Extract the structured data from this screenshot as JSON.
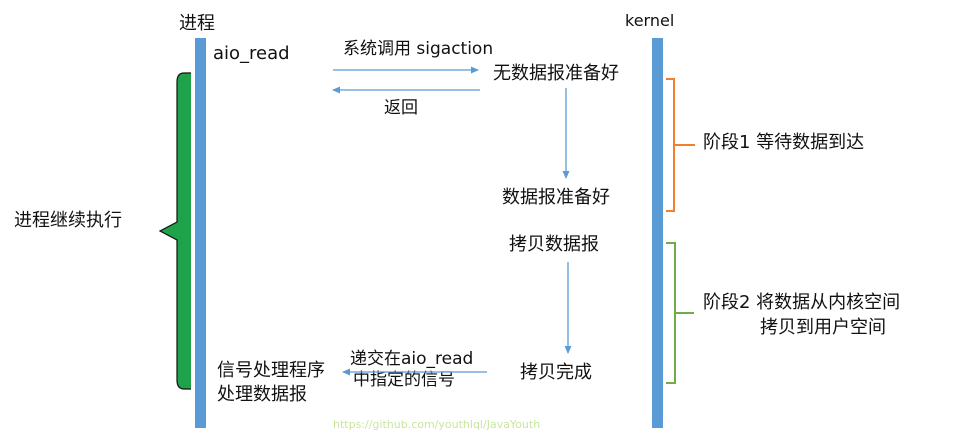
{
  "lanes": {
    "process_label": "进程",
    "kernel_label": "kernel"
  },
  "process_side": {
    "aio_read": "aio_read",
    "continue_label": "进程继续执行",
    "signal_handler_line1": "信号处理程序",
    "signal_handler_line2": "处理数据报"
  },
  "messages": {
    "syscall": "系统调用 sigaction",
    "return": "返回",
    "deliver_line1": "递交在aio_read",
    "deliver_line2": "中指定的信号"
  },
  "kernel_side": {
    "no_datagram": "无数据报准备好",
    "datagram_ready": "数据报准备好",
    "copy_datagram": "拷贝数据报",
    "copy_done": "拷贝完成"
  },
  "phases": {
    "phase1": "阶段1 等待数据到达",
    "phase2_line1": "阶段2 将数据从内核空间",
    "phase2_line2": "拷贝到用户空间"
  },
  "watermark": "https://github.com/youthlql/JavaYouth",
  "colors": {
    "lane_bar": "#5b9bd5",
    "arrow": "#5b9bd5",
    "green_brace": "#1ea34a",
    "orange_brace": "#f08030",
    "lightgreen_brace": "#70ad47"
  }
}
